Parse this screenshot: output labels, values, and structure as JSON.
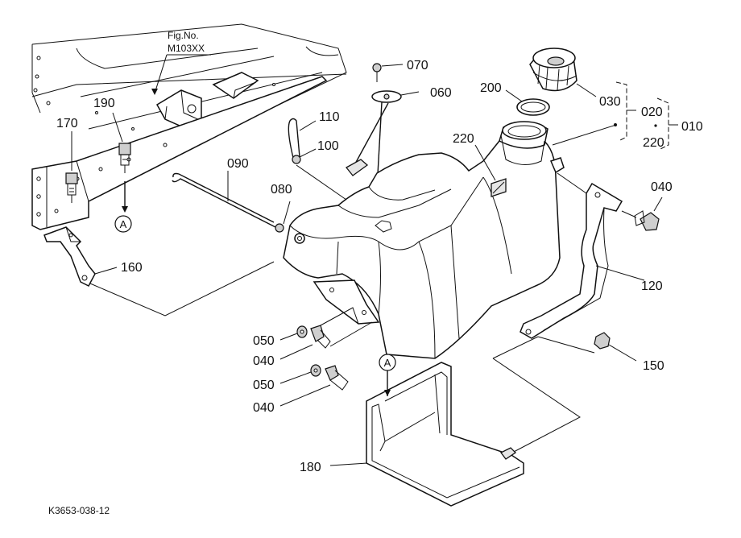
{
  "figure_ref": {
    "label": "Fig.No.",
    "number": "M103XX"
  },
  "drawing_code": "K3653-038-12",
  "callouts": {
    "p010": "010",
    "p020": "020",
    "p030": "030",
    "p040a": "040",
    "p040b": "040",
    "p040c": "040",
    "p050a": "050",
    "p050b": "050",
    "p060": "060",
    "p070": "070",
    "p080": "080",
    "p090": "090",
    "p100": "100",
    "p110": "110",
    "p120": "120",
    "p150": "150",
    "p160": "160",
    "p170": "170",
    "p180": "180",
    "p190": "190",
    "p200": "200",
    "p220a": "220",
    "p220b": "220"
  },
  "markers": {
    "a1": "A",
    "a2": "A"
  }
}
